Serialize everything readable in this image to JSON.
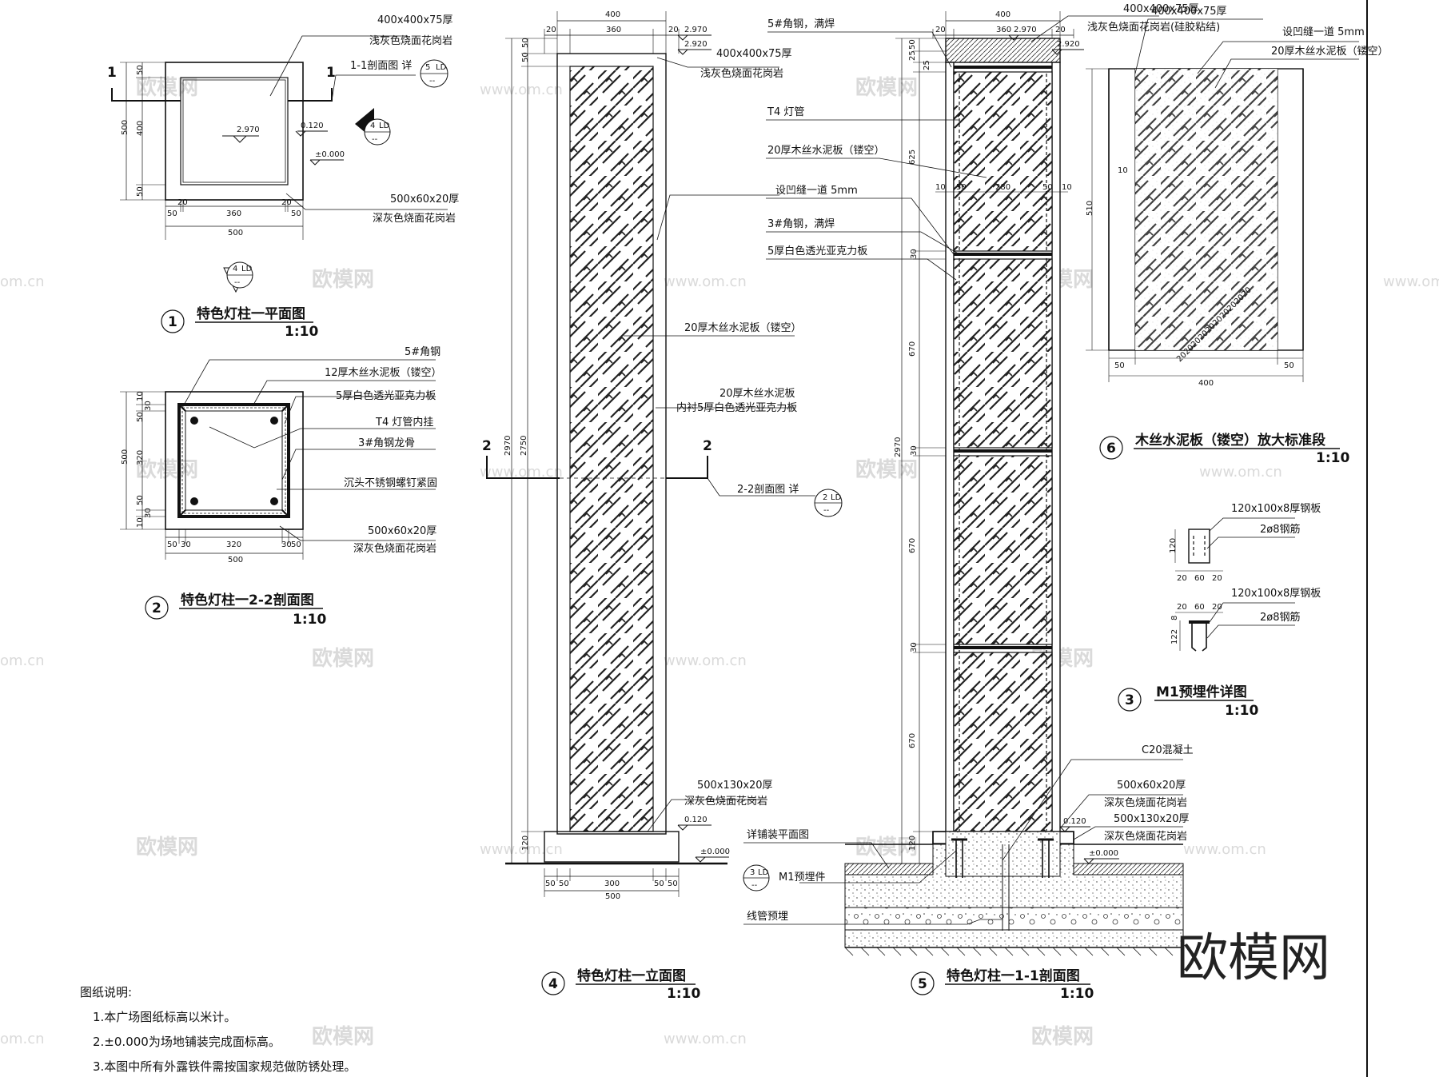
{
  "watermark": {
    "brand": "欧模网",
    "url": "www.om.cn",
    "url_short": "om.cn"
  },
  "view1": {
    "number": "1",
    "title": "特色灯柱一平面图",
    "scale": "1:10",
    "section_mark": "1",
    "labels": [
      "400x400x75厚",
      "浅灰色烧面花岗岩",
      "1-1剖面图  详",
      "500x60x20厚",
      "深灰色烧面花岗岩"
    ],
    "elev_top": "2.970",
    "elev_mid": "0.120",
    "elev_zero": "±0.000",
    "ref_5": "5",
    "ref_ld": "LD",
    "ref_dash": "--",
    "ref_4": "4",
    "dims": {
      "bottom": [
        "50",
        "20",
        "360",
        "20",
        "50",
        "500"
      ],
      "left": [
        "50",
        "400",
        "50",
        "500"
      ]
    }
  },
  "view2": {
    "number": "2",
    "title": "特色灯柱一2-2剖面图",
    "scale": "1:10",
    "labels": [
      "5#角钢",
      "12厚木丝水泥板（镂空）",
      "5厚白色透光亚克力板",
      "T4 灯管内挂",
      "3#角钢龙骨",
      "沉头不锈钢螺钉紧固",
      "500x60x20厚",
      "深灰色烧面花岗岩"
    ],
    "dims": {
      "bottom": [
        "50",
        "30",
        "320",
        "30",
        "50",
        "500"
      ],
      "left": [
        "10",
        "30",
        "50",
        "320",
        "50",
        "30",
        "10",
        "500"
      ]
    }
  },
  "view4": {
    "number": "4",
    "title": "特色灯柱一立面图",
    "scale": "1:10",
    "labels": [
      "400x400x75厚",
      "浅灰色烧面花岗岩",
      "20厚木丝水泥板（镂空）",
      "20厚木丝水泥板",
      "内衬5厚白色透光亚克力板",
      "2-2剖面图  详",
      "500x130x20厚",
      "深灰色烧面花岗岩"
    ],
    "section_mark": "2",
    "elev_a": "2.970",
    "elev_b": "2.920",
    "elev_c": "0.120",
    "elev_zero": "±0.000",
    "dims": {
      "top": [
        "400",
        "20",
        "360",
        "20"
      ],
      "left": [
        "50",
        "50",
        "2750",
        "2970",
        "120"
      ],
      "bottom": [
        "50",
        "50",
        "300",
        "50",
        "50",
        "500"
      ]
    }
  },
  "view5": {
    "number": "5",
    "title": "特色灯柱一1-1剖面图",
    "scale": "1:10",
    "labels": [
      "5#角钢，满焊",
      "T4 灯管",
      "20厚木丝水泥板（镂空）",
      "设凹缝一道 5mm",
      "3#角钢，满焊",
      "5厚白色透光亚克力板",
      "400x400x75厚",
      "浅灰色烧面花岗岩(硅胶粘结)",
      "C20混凝土",
      "500x60x20厚",
      "深灰色烧面花岗岩",
      "500x130x20厚",
      "深灰色烧面花岗岩",
      "详铺装平面图",
      "M1预埋件",
      "线管预埋"
    ],
    "elev_a": "2.970",
    "elev_b": "2.920",
    "elev_c": "0.120",
    "elev_zero": "±0.000",
    "dims": {
      "top": [
        "400",
        "20",
        "360",
        "20"
      ],
      "left": [
        "50",
        "25",
        "25",
        "625",
        "30",
        "670",
        "30",
        "670",
        "30",
        "670",
        "120",
        "2970"
      ],
      "inner": [
        "10",
        "50",
        "280",
        "50",
        "10"
      ]
    }
  },
  "view6": {
    "number": "6",
    "title": "木丝水泥板（镂空）放大标准段",
    "scale": "1:10",
    "labels": [
      "400x400x75厚",
      "设凹缝一道  5mm",
      "20厚木丝水泥板（镂空）"
    ],
    "diag_dims": "20202020202020202020",
    "dims": {
      "left": [
        "10",
        "510"
      ],
      "bottom": [
        "50",
        "50",
        "400"
      ]
    }
  },
  "view3": {
    "number": "3",
    "title": "M1预埋件详图",
    "scale": "1:10",
    "labels": [
      "120x100x8厚钢板",
      "2ø8钢筋",
      "120x100x8厚钢板",
      "2ø8钢筋"
    ],
    "dims": [
      "120",
      "20",
      "60",
      "20",
      "20",
      "60",
      "20",
      "8",
      "122"
    ]
  },
  "notes": {
    "heading": "图纸说明:",
    "items": [
      "1.本广场图纸标高以米计。",
      "2.±0.000为场地铺装完成面标高。",
      "3.本图中所有外露铁件需按国家规范做防锈处理。"
    ]
  },
  "big_watermark": "欧模网"
}
